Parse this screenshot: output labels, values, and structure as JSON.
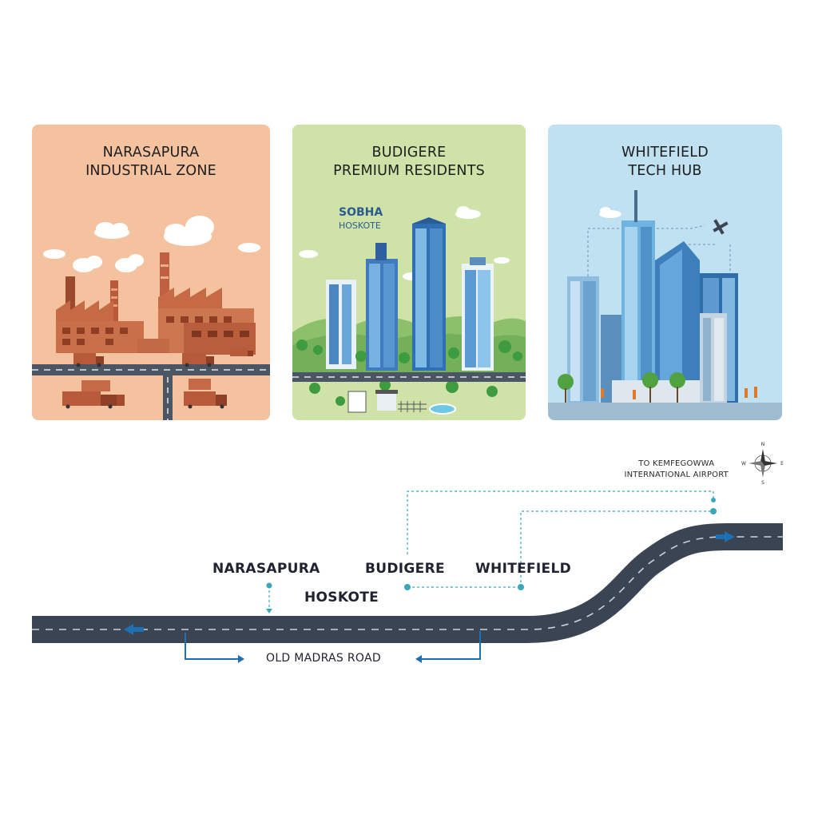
{
  "panels": {
    "industrial": {
      "title_line1": "NARASAPURA",
      "title_line2": "INDUSTRIAL ZONE"
    },
    "residential": {
      "title_line1": "BUDIGERE",
      "title_line2": "PREMIUM RESIDENTS",
      "brand_line1": "SOBHA",
      "brand_line2": "HOSKOTE"
    },
    "tech": {
      "title_line1": "WHITEFIELD",
      "title_line2": "TECH HUB"
    }
  },
  "map": {
    "labels": {
      "narasapura": "NARASAPURA",
      "hoskote": "HOSKOTE",
      "budigere": "BUDIGERE",
      "whitefield": "WHITEFIELD"
    },
    "road_name": "OLD MADRAS ROAD",
    "airport_line1": "TO KEMFEGOWWA",
    "airport_line2": "INTERNATIONAL AIRPORT",
    "compass": {
      "n": "N",
      "s": "S",
      "e": "E",
      "w": "W"
    }
  },
  "colors": {
    "industrial_bg": "#f4c29f",
    "residential_bg": "#cfe3a9",
    "tech_bg": "#bfe1f1",
    "road": "#3a4452",
    "connector": "#3aa6b9",
    "arrow": "#1f6fb3"
  }
}
